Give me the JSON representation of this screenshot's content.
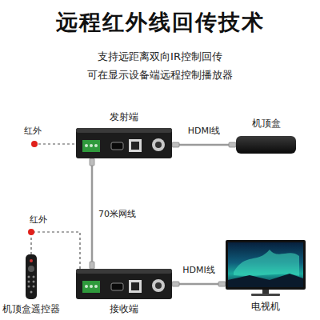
{
  "diagram": {
    "title": "远程红外线回传技术",
    "nodes": [
      {
        "text": [
          "发射端"
        ]
      },
      {
        "text": [
          "机顶盒"
        ]
      },
      {
        "text": [
          "接收端"
        ]
      },
      {
        "text": [
          "电视机"
        ]
      },
      {
        "text": [
          "机顶盒遥控器"
        ]
      }
    ],
    "edges": [
      {
        "from": 0,
        "to": 1,
        "label": "HDMI线",
        "arrow": "none"
      },
      {
        "from": 0,
        "to": 2,
        "label": "70米网线",
        "arrow": "none"
      },
      {
        "from": 2,
        "to": 3,
        "label": "HDMI线",
        "arrow": "none"
      },
      {
        "from": 4,
        "to": 2,
        "label": "红外",
        "arrow": "none"
      }
    ],
    "labels": [
      "支持远距离双向IR控制回传",
      "可在显示设备端远程控制播放器",
      "红外"
    ]
  }
}
